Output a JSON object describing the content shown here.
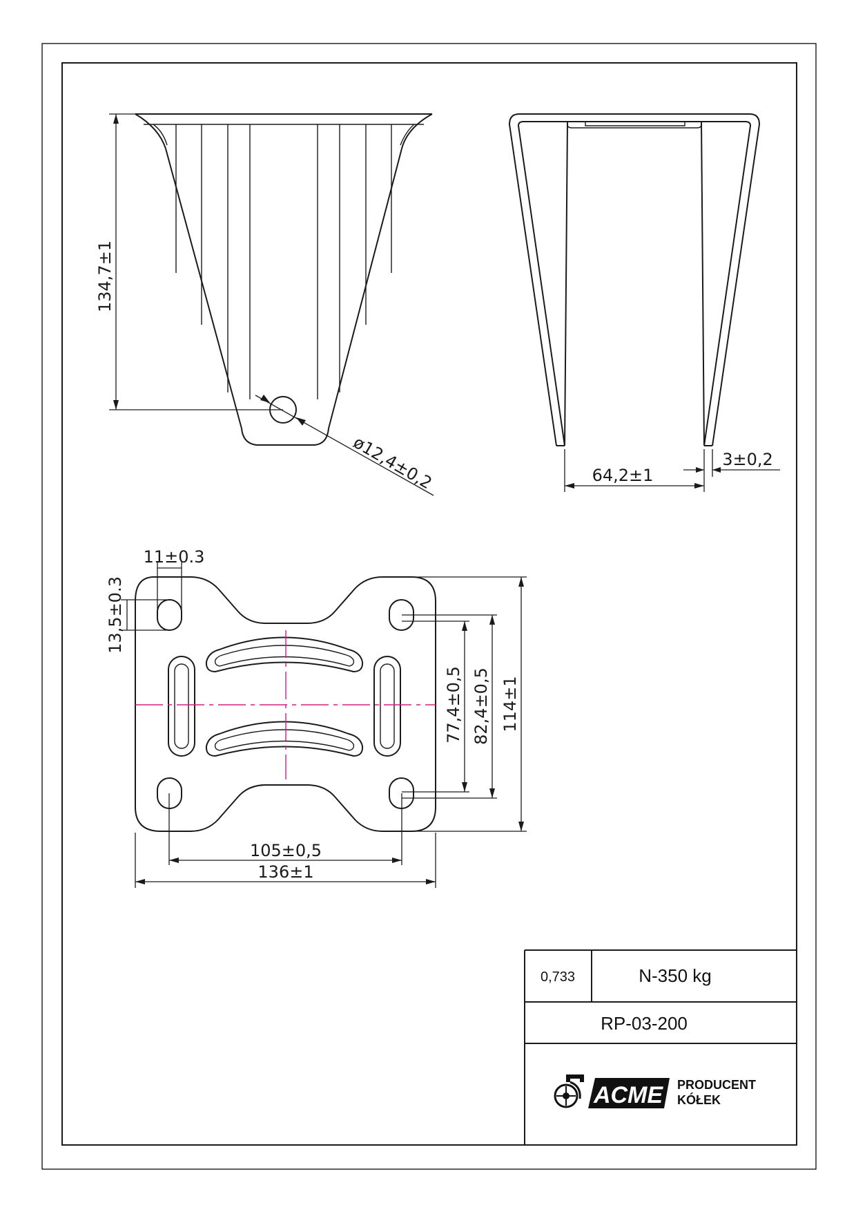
{
  "dimensions": {
    "height_front": "134,7±1",
    "hole_diameter": "ø12,4±0,2",
    "inner_width": "64,2±1",
    "wall_thickness": "3±0,2",
    "slot_width": "11±0.3",
    "slot_length": "13,5±0.3",
    "hole_spacing_y_inner": "77,4±0,5",
    "hole_spacing_y_outer": "82,4±0,5",
    "plate_height": "114±1",
    "hole_spacing_x": "105±0,5",
    "plate_width": "136±1"
  },
  "title_block": {
    "weight": "0,733",
    "load": "N-350 kg",
    "part_number": "RP-03-200"
  },
  "logo": {
    "brand": "ACME",
    "line1": "PRODUCENT",
    "line2": "KÓŁEK"
  },
  "colors": {
    "line": "#1a1a1a",
    "centerline": "#d1207a"
  }
}
